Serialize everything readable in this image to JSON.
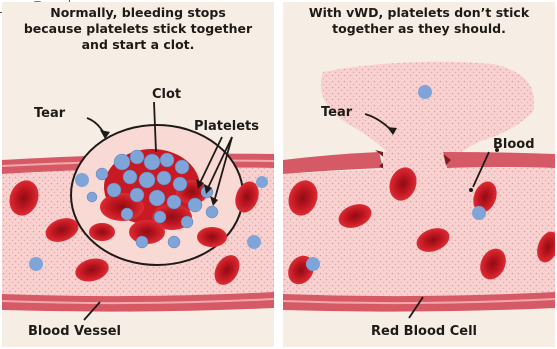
{
  "left_panel": {
    "caption": "Normally, bleeding stops\nbecause platelets stick together\nand start a clot.",
    "labels": {
      "clot": "Clot",
      "tear": "Tear",
      "platelets": "Platelets",
      "blood_vessel": "Blood Vessel"
    }
  },
  "right_panel": {
    "caption": "With vWD, platelets don’t stick\ntogether as they should.",
    "labels": {
      "tear": "Tear",
      "blood": "Blood",
      "red_blood_cell": "Red Blood Cell"
    }
  },
  "colors": {
    "vessel_wall": "#d65a66",
    "plasma": "#f7c9c8",
    "rbc": "#c71a24",
    "platelet": "#7fa4d8",
    "background": "#f6eee4"
  }
}
